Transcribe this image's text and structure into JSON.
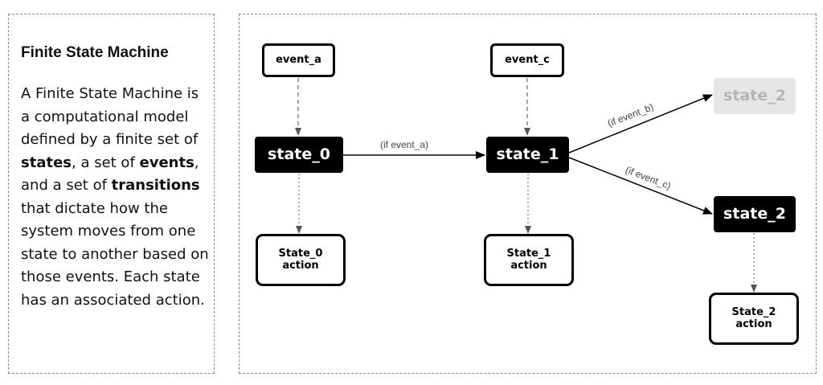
{
  "title": "Finite State Machine",
  "description": {
    "p1": "A Finite State Machine is a computational model defined by a finite set of ",
    "b1": "states",
    "p2": ", a set of ",
    "b2": "events",
    "p3": ", and a set of ",
    "b3": "transitions",
    "p4": " that dictate how the system moves from one state to another based on those events. Each state has an associated action."
  },
  "nodes": {
    "event_a": "event_a",
    "event_c": "event_c",
    "state_0": "state_0",
    "state_1": "state_1",
    "state_2_faded": "state_2",
    "state_2": "state_2",
    "state_0_action": "State_0 action",
    "state_1_action": "State_1 action",
    "state_2_action": "State_2 action"
  },
  "edge_labels": {
    "if_event_a": "(if event_a)",
    "if_event_b": "(if event_b)",
    "if_event_c": "(if event_c)"
  }
}
